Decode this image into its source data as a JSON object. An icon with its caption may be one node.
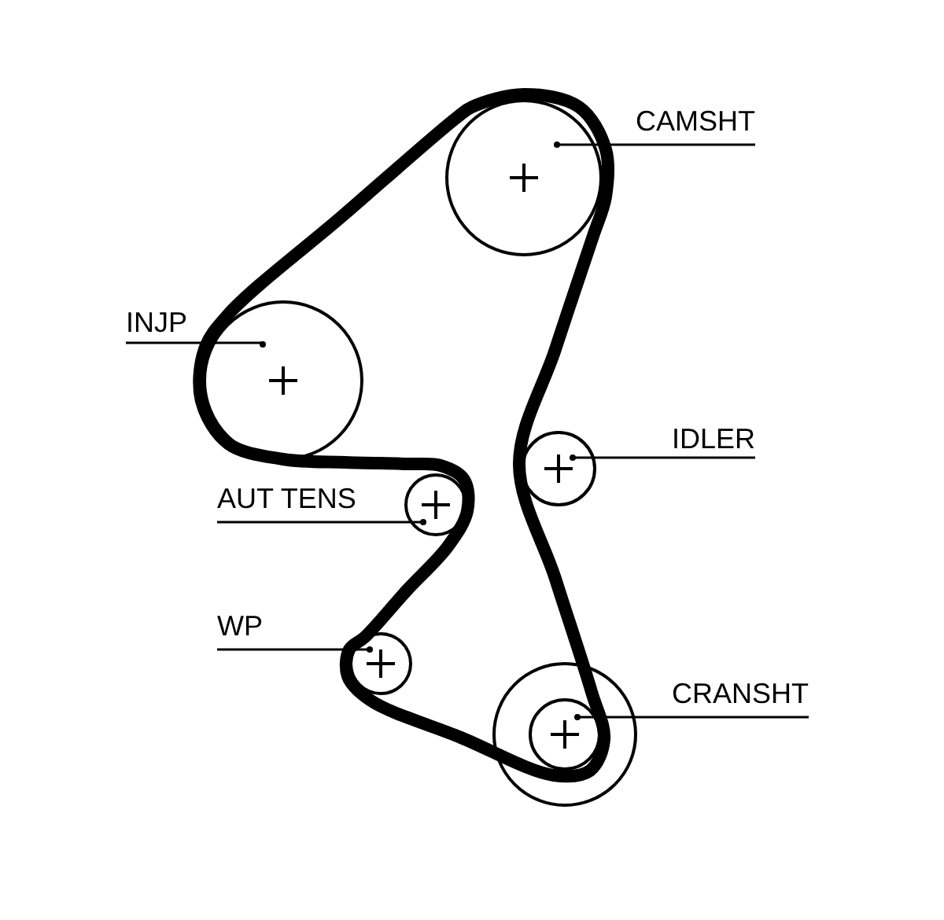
{
  "diagram": {
    "nodes": [
      {
        "text": [
          "CAMSHT"
        ]
      },
      {
        "text": [],
        "shape": "circle"
      },
      {
        "text": [
          "INJP"
        ]
      },
      {
        "text": [],
        "shape": "circle"
      },
      {
        "text": [
          "IDLER"
        ]
      },
      {
        "text": [],
        "shape": "circle"
      },
      {
        "text": [
          "AUT TENS"
        ]
      },
      {
        "text": [],
        "shape": "circle"
      },
      {
        "text": [
          "WP"
        ]
      },
      {
        "text": [],
        "shape": "circle"
      },
      {
        "text": [
          "CRANSHT"
        ]
      },
      {
        "text": [],
        "shape": "circle"
      }
    ],
    "edges": [
      {
        "from": 0,
        "to": 1,
        "arrow": "other"
      },
      {
        "from": 2,
        "to": 3,
        "arrow": "other"
      },
      {
        "from": 4,
        "to": 5,
        "arrow": "other"
      },
      {
        "from": 6,
        "to": 7,
        "arrow": "other"
      },
      {
        "from": 8,
        "to": 9,
        "arrow": "other"
      },
      {
        "from": 10,
        "to": 11,
        "arrow": "other"
      }
    ]
  }
}
